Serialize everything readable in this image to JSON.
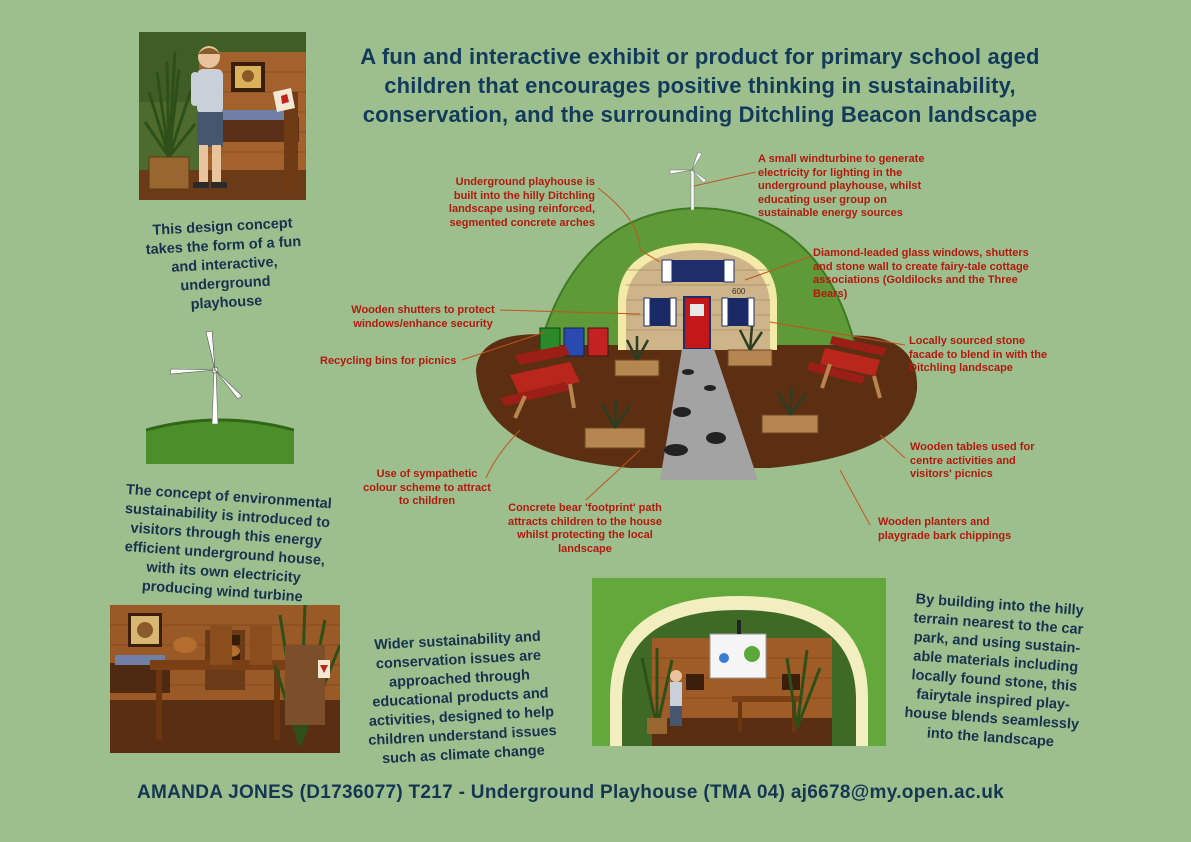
{
  "title": "A fun and interactive exhibit or product for primary school aged children that encourages positive thinking in sustainability, conservation, and the surrounding Ditchling Beacon landscape",
  "captions": {
    "design_concept": "This design concept takes the form of a fun and interactive, underground playhouse",
    "environmental": "The concept of environmental sustainability is introduced to visitors through this energy efficient underground house, with its own electricity producing wind turbine",
    "wider": "Wider sustainability and conservation issues are approached through educational products and activities, designed to help children understand issues such as climate change",
    "building": "By building into the hilly terrain nearest to the car park, and using sustain-able materials including locally found stone, this fairytale inspired play-house blends seamlessly into the landscape"
  },
  "annotations": {
    "underground": "Underground playhouse is built into the hilly Ditchling landscape using reinforced, segmented concrete arches",
    "windturbine": "A small windturbine to generate electricity for lighting in the underground playhouse, whilst educating user group on sustainable energy sources",
    "windows": "Diamond-leaded glass windows, shutters and stone wall to create fairy-tale cottage associations (Goldilocks and the Three Bears)",
    "shutters": "Wooden shutters to protect windows/enhance security",
    "recycling": "Recycling bins for picnics",
    "stone": "Locally sourced stone facade to blend in with the Ditchling landscape",
    "colour": "Use of sympathetic colour scheme to attract to children",
    "tables": "Wooden tables used for centre activities and visitors' picnics",
    "footprint": "Concrete bear 'footprint' path attracts children to the house whilst protecting the local landscape",
    "planters": "Wooden planters and playgrade bark chippings"
  },
  "house_number": "600",
  "footer": "AMANDA JONES (D1736077) T217 - Underground Playhouse (TMA 04) aj6678@my.open.ac.uk",
  "colors": {
    "background": "#9dbf8e",
    "title": "#123a5b",
    "annotation": "#b3190e",
    "grass": "#5e9a37",
    "soil": "#5c2e12"
  }
}
